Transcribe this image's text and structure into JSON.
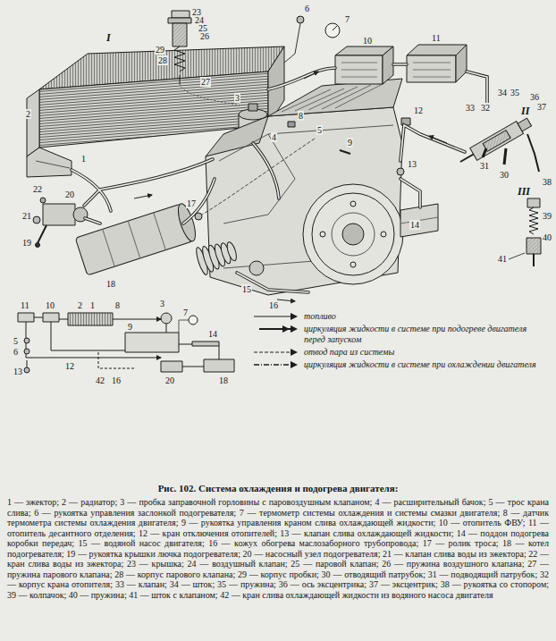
{
  "diagram": {
    "title": "Рис. 102. Система охлаждения и подогрева двигателя:",
    "caption": "1 — эжектор; 2 — радиатор; 3 — пробка заправочной горловины с паровоздушным клапаном; 4 — расширительный бачок; 5 — трос крана слива; 6 — рукоятка управления заслонкой подогревателя; 7 — термометр системы охлаждения и системы смазки двигателя; 8 — датчик термометра системы охлаждения двигателя; 9 — рукоятка управления краном слива охлаждающей жидкости; 10 — отопитель ФВУ; 11 — отопитель десантного отделения; 12 — кран отключения отопителей; 13 — клапан слива охлаждающей жидкости; 14 — поддон подогрева коробки передач; 15 — водяной насос двигателя; 16 — кожух обогрева маслозаборного трубопровода; 17 — ролик троса; 18 — котел подогревателя; 19 — рукоятка крышки лючка подогревателя; 20 — насосный узел подогревателя; 21 — клапан слива воды из эжектора; 22 — кран слива воды из эжектора; 23 — крышка; 24 — воздушный клапан; 25 — паровой клапан; 26 — пружина воздушного клапана; 27 — пружина парового клапана; 28 — корпус парового клапана; 29 — корпус пробки; 30 — отводящий патрубок; 31 — подводящий патрубок; 32 — корпус крана отопителя; 33 — клапан; 34 — шток; 35 — пружина; 36 — ось эксцентрика; 37 — эксцентрик; 38 — рукоятка со стопором; 39 — колпачок; 40 — пружина; 41 — шток с клапаном; 42 — кран слива охлаждающей жидкости из водяного насоса двигателя",
    "labels": [
      "I",
      "23",
      "24",
      "25",
      "26",
      "29",
      "28",
      "27",
      "2",
      "6",
      "7",
      "10",
      "11",
      "1",
      "3",
      "4",
      "8",
      "5",
      "9",
      "12",
      "13",
      "II",
      "34",
      "35",
      "36",
      "37",
      "33",
      "32",
      "31",
      "30",
      "38",
      "III",
      "39",
      "40",
      "41",
      "14",
      "22",
      "20",
      "21",
      "19",
      "18",
      "17",
      "15",
      "16",
      "11",
      "10",
      "2",
      "1",
      "8",
      "3",
      "7",
      "14",
      "5",
      "6",
      "13",
      "9",
      "42",
      "16",
      "20",
      "18",
      "12"
    ],
    "legend": [
      {
        "text": "топливо"
      },
      {
        "text": "циркуляция жидкости в системе при подогреве двигателя перед запуском"
      },
      {
        "text": "отвод пара из системы"
      },
      {
        "text": "циркуляция жидкости в системе при охлаждении двигателя"
      }
    ]
  }
}
